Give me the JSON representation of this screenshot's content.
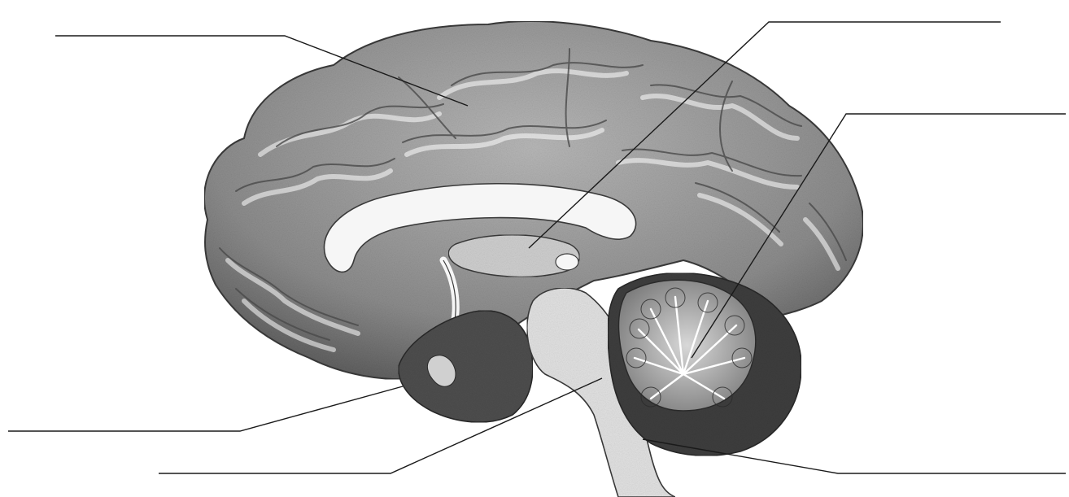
{
  "diagram": {
    "subject": "brain-midsagittal-section",
    "labels": [
      {
        "id": "cerebrum",
        "text": ""
      },
      {
        "id": "thalamus",
        "text": ""
      },
      {
        "id": "cerebellum",
        "text": ""
      },
      {
        "id": "temporal-lobe",
        "text": ""
      },
      {
        "id": "brainstem",
        "text": ""
      },
      {
        "id": "medulla",
        "text": ""
      }
    ],
    "colors": {
      "ink": "#1a1a1a",
      "cortex": "#9a9a9a",
      "white_matter": "#f4f4f4",
      "dark_region": "#4a4a4a"
    }
  }
}
